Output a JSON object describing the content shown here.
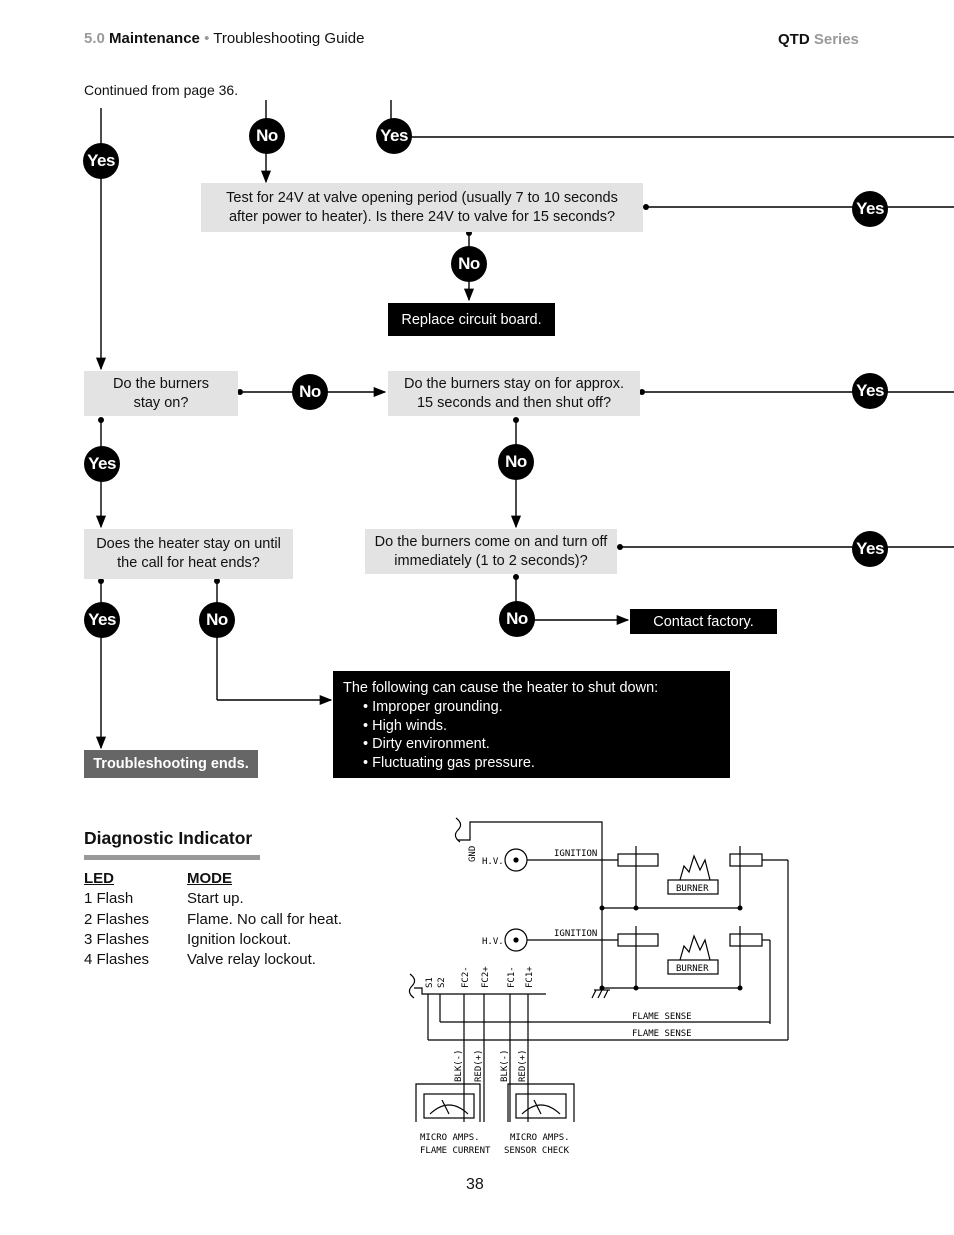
{
  "header": {
    "section_number": "5.0",
    "section_name": "Maintenance",
    "separator": "•",
    "subsection": "Troubleshooting Guide",
    "series_bold": "QTD",
    "series_light": "Series"
  },
  "continued_note": "Continued from page 36.",
  "flowchart": {
    "labels": {
      "yes": "Yes",
      "no": "No"
    },
    "test_24v": "Test for 24V at valve opening period (usually 7 to 10 seconds after power to heater).  Is there 24V to valve for 15 seconds?",
    "replace_board": "Replace circuit board.",
    "burners_stay_on": "Do the burners stay on?",
    "burners_15_seconds": "Do the burners stay on for approx. 15 seconds and then shut off?",
    "heater_stay_on": "Does the heater stay on until the call for heat ends?",
    "burners_immediate": "Do the burners come on and turn off immediately (1 to 2 seconds)?",
    "contact_factory": "Contact factory.",
    "troubleshooting_ends": "Troubleshooting ends.",
    "shutdown_intro": "The following can cause the heater to shut down:",
    "shutdown_causes": [
      "Improper grounding.",
      "High winds.",
      "Dirty environment.",
      "Fluctuating gas pressure."
    ]
  },
  "diagnostic": {
    "title": "Diagnostic Indicator",
    "col_led": "LED",
    "col_mode": "MODE",
    "rows": [
      {
        "led": "1 Flash",
        "mode": "Start up."
      },
      {
        "led": "2 Flashes",
        "mode": "Flame.  No call for heat."
      },
      {
        "led": "3 Flashes",
        "mode": "Ignition lockout."
      },
      {
        "led": "4 Flashes",
        "mode": "Valve relay lockout."
      }
    ]
  },
  "wiring": {
    "gnd": "GND",
    "hv": "H.V.",
    "ignition": "IGNITION",
    "burner": "BURNER",
    "flame_sense": "FLAME SENSE",
    "terminals": [
      "S1",
      "S2",
      "FC2-",
      "FC2+",
      "FC1-",
      "FC1+"
    ],
    "blk": "BLK(-)",
    "red": "RED(+)",
    "meter_left": [
      "MICRO AMPS.",
      "FLAME CURRENT"
    ],
    "meter_right": [
      "MICRO AMPS.",
      "SENSOR CHECK"
    ]
  },
  "page_number": "38"
}
